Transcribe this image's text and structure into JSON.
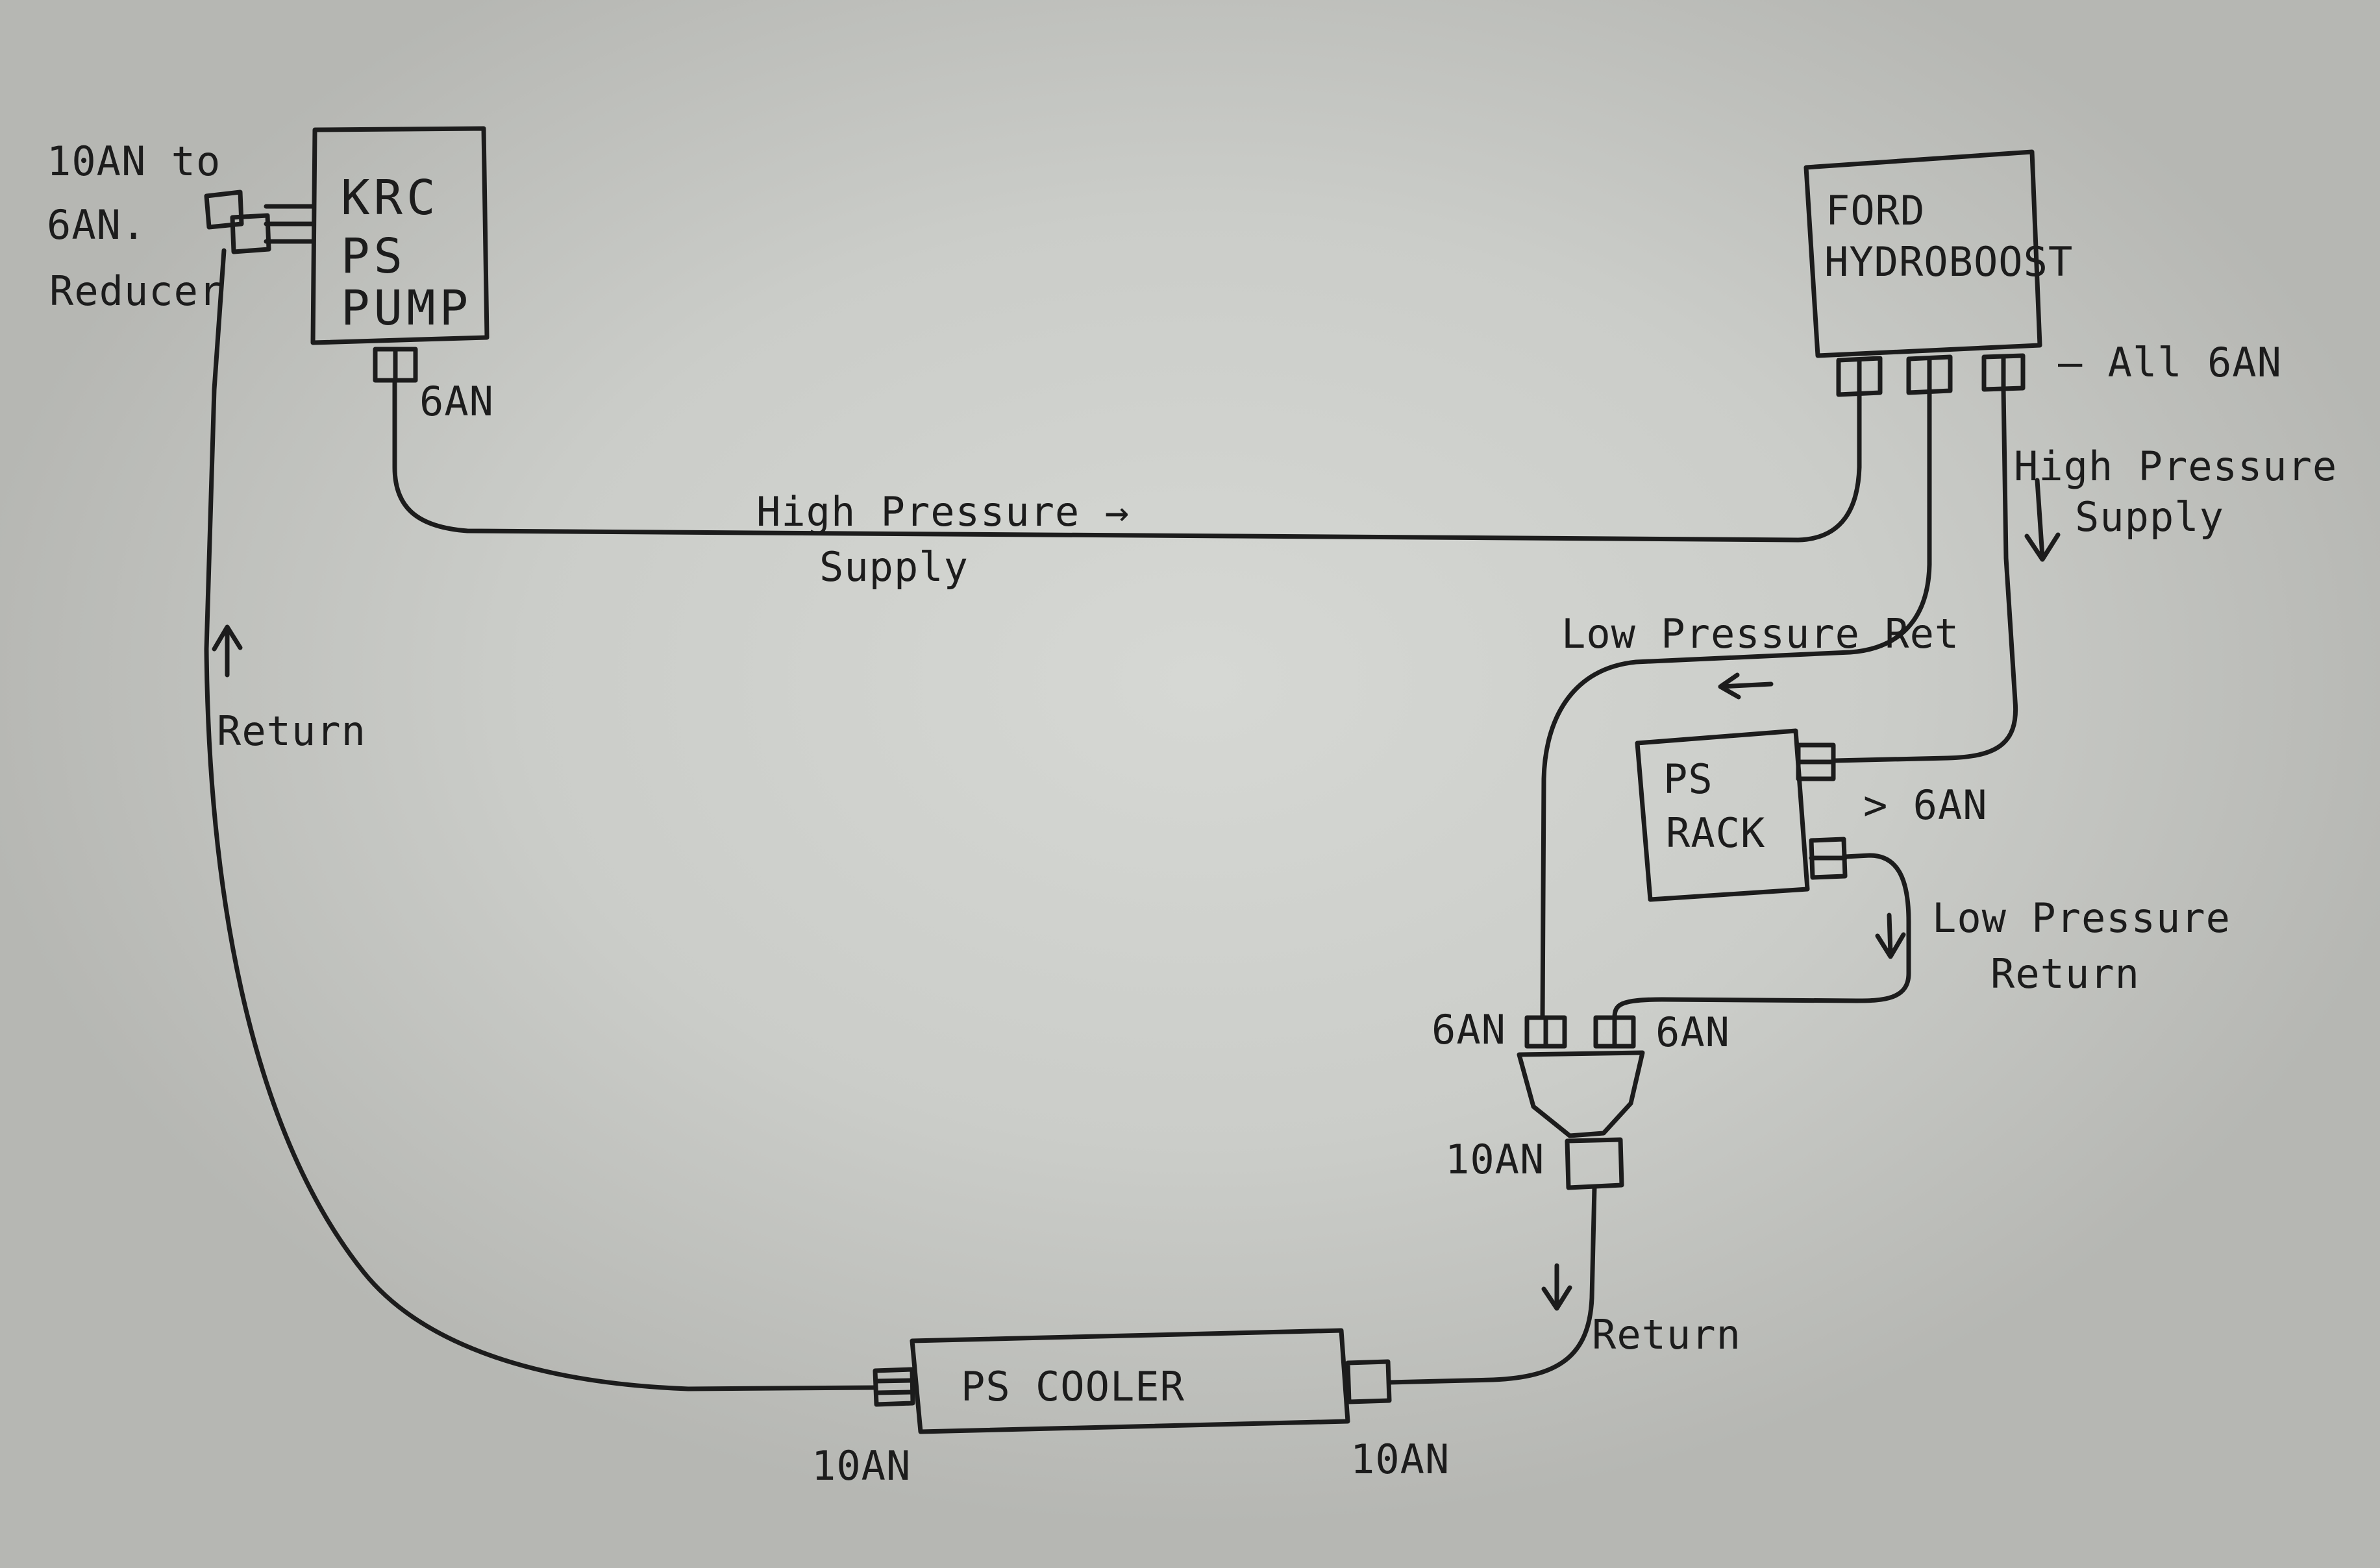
{
  "components": {
    "pump": {
      "lines": [
        "KRC",
        "PS",
        "PUMP"
      ]
    },
    "hydroboost": {
      "lines": [
        "FORD",
        "HYDROBOOST"
      ]
    },
    "rack": {
      "lines": [
        "PS",
        "RACK"
      ]
    },
    "cooler": {
      "label": "PS COOLER"
    }
  },
  "labels": {
    "reducer": [
      "10AN to",
      "6AN.",
      "Reducer"
    ],
    "pump_outlet": "6AN",
    "all_6an": "– All 6AN",
    "hp_supply_top": "High Pressure →",
    "hp_supply_top_2": "Supply",
    "hp_supply_right": "High Pressure",
    "hp_supply_right_2": "Supply",
    "lp_ret": "Low Pressure Ret",
    "rack_6an": "> 6AN",
    "lp_return": "Low Pressure",
    "lp_return_2": "Return",
    "tee_left_6an": "6AN",
    "tee_right_6an": "6AN",
    "tee_10an": "10AN",
    "return_right": "Return",
    "return_left": "Return",
    "cooler_left_10an": "10AN",
    "cooler_right_10an": "10AN"
  },
  "arrows": {
    "up": "↑",
    "down": "↓",
    "left": "←"
  }
}
